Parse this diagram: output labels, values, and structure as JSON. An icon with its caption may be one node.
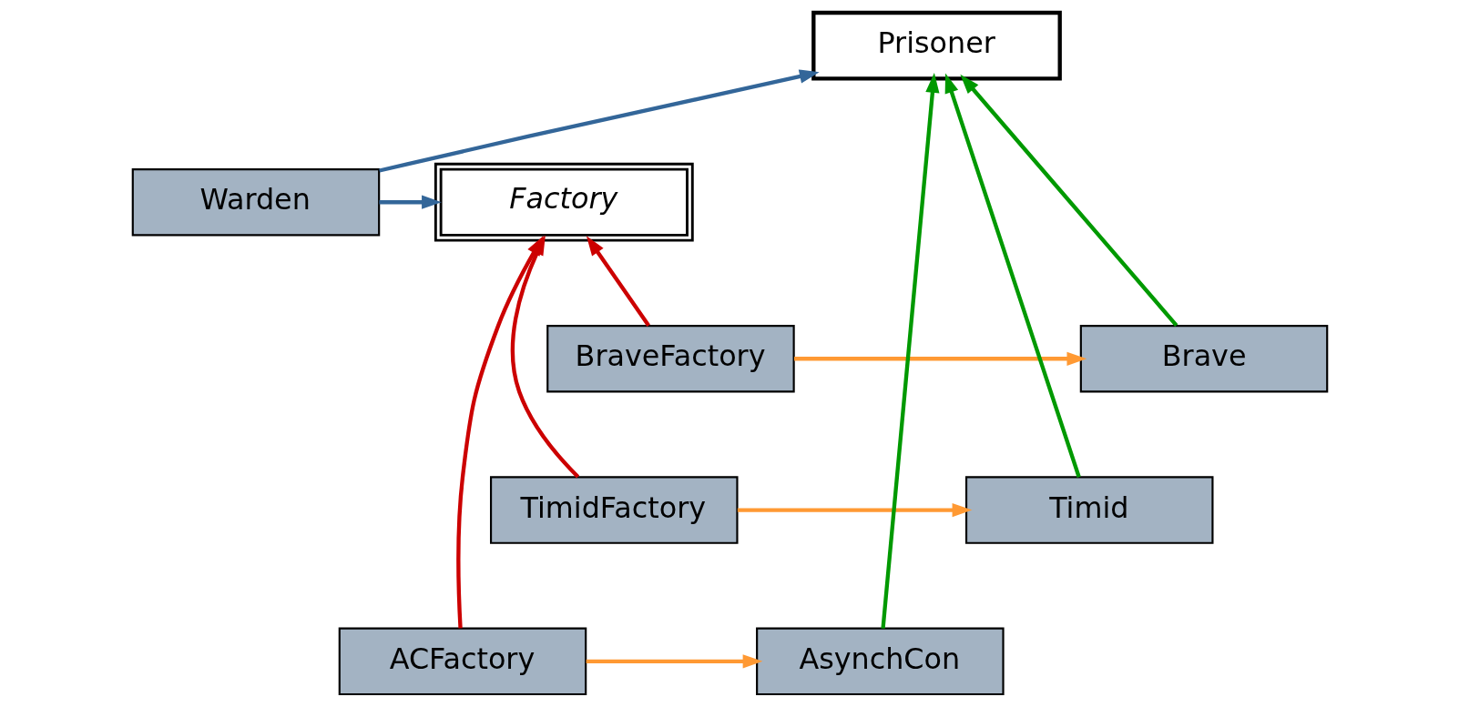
{
  "diagram": {
    "nodes": [
      {
        "text": [
          "Warden"
        ]
      },
      {
        "text": [
          "Factory"
        ]
      },
      {
        "text": [
          "Prisoner"
        ]
      },
      {
        "text": [
          "Brave"
        ]
      },
      {
        "text": [
          "BraveFactory"
        ]
      },
      {
        "text": [
          "Timid"
        ]
      },
      {
        "text": [
          "TimidFactory"
        ]
      },
      {
        "text": [
          "AsynchCon"
        ]
      },
      {
        "text": [
          "ACFactory"
        ]
      }
    ],
    "edges": [
      {
        "from": 0,
        "to": 1,
        "arrow": "to",
        "color": "#336699"
      },
      {
        "from": 0,
        "to": 2,
        "arrow": "to",
        "color": "#336699"
      },
      {
        "from": 3,
        "to": 2,
        "arrow": "to",
        "color": "#009900"
      },
      {
        "from": 5,
        "to": 2,
        "arrow": "to",
        "color": "#009900"
      },
      {
        "from": 7,
        "to": 2,
        "arrow": "to",
        "color": "#009900"
      },
      {
        "from": 4,
        "to": 1,
        "arrow": "to",
        "color": "#cc0000"
      },
      {
        "from": 6,
        "to": 1,
        "arrow": "to",
        "color": "#cc0000"
      },
      {
        "from": 8,
        "to": 1,
        "arrow": "to",
        "color": "#cc0000"
      },
      {
        "from": 4,
        "to": 3,
        "arrow": "to",
        "color": "#ff9933"
      },
      {
        "from": 6,
        "to": 5,
        "arrow": "to",
        "color": "#ff9933"
      },
      {
        "from": 8,
        "to": 7,
        "arrow": "to",
        "color": "#ff9933"
      }
    ]
  }
}
